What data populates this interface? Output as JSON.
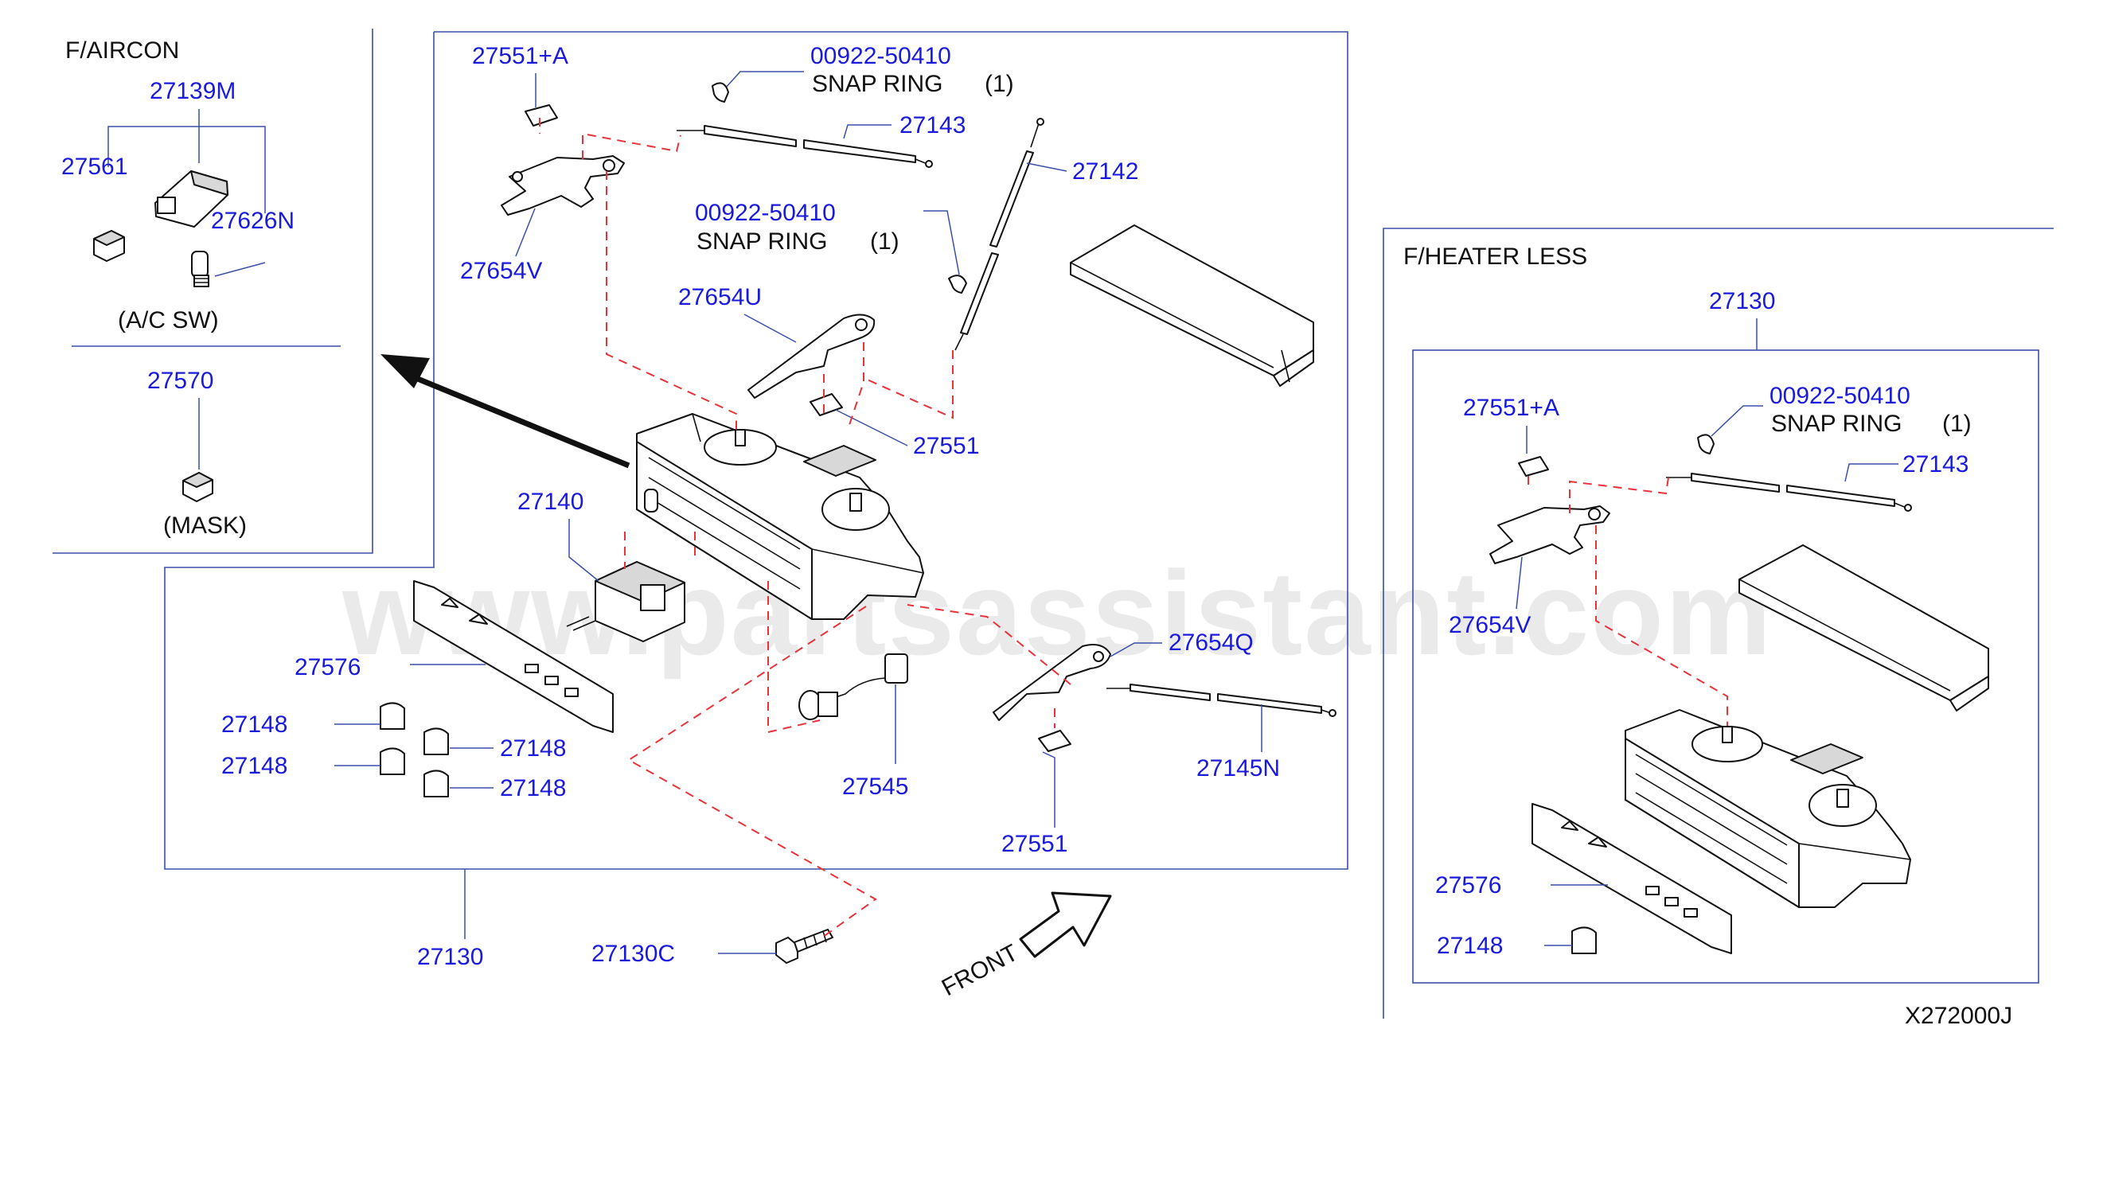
{
  "watermark": "www.partsassistant.com",
  "drawing_code": "X272000J",
  "section_aircon": {
    "title": "F/AIRCON",
    "parts": {
      "p27139M": "27139M",
      "p27561": "27561",
      "p27626N": "27626N",
      "p27570": "27570"
    },
    "ac_sw_note": "(A/C   SW)",
    "mask_note": "(MASK)"
  },
  "section_main": {
    "parts": {
      "p27551A": "27551+A",
      "p00922_1": "00922-50410",
      "p27143": "27143",
      "p27142": "27142",
      "p00922_2": "00922-50410",
      "p27654V": "27654V",
      "p27654U": "27654U",
      "p27551_1": "27551",
      "p27140": "27140",
      "p27576": "27576",
      "p27148_1": "27148",
      "p27148_2": "27148",
      "p27148_3": "27148",
      "p27148_4": "27148",
      "p27654Q": "27654Q",
      "p27545": "27545",
      "p27145N": "27145N",
      "p27551_2": "27551",
      "p27130": "27130",
      "p27130C": "27130C"
    },
    "snap_ring_1": "SNAP   RING",
    "snap_ring_1_qty": "(1)",
    "snap_ring_2": "SNAP   RING",
    "snap_ring_2_qty": "(1)",
    "front_label": "FRONT"
  },
  "section_heater_less": {
    "title": "F/HEATER   LESS",
    "parts": {
      "p27130": "27130",
      "p27551A": "27551+A",
      "p00922": "00922-50410",
      "p27143": "27143",
      "p27654V": "27654V",
      "p27576": "27576",
      "p27148": "27148"
    },
    "snap_ring": "SNAP   RING",
    "snap_ring_qty": "(1)"
  }
}
